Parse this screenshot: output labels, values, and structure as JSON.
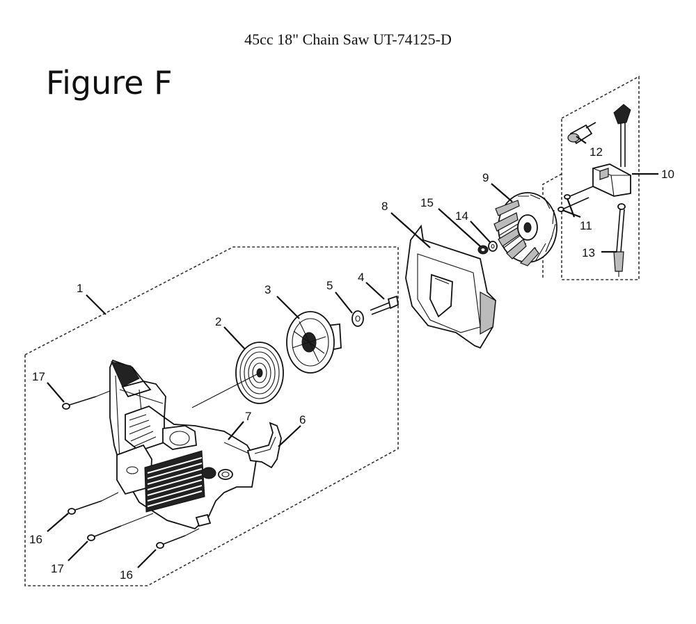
{
  "header": {
    "title": "45cc 18\" Chain Saw UT-74125-D"
  },
  "figure": {
    "label": "Figure F"
  },
  "callouts": {
    "c1": "1",
    "c2": "2",
    "c3": "3",
    "c4": "4",
    "c5": "5",
    "c6": "6",
    "c7": "7",
    "c8": "8",
    "c9": "9",
    "c10": "10",
    "c11": "11",
    "c12": "12",
    "c13": "13",
    "c14": "14",
    "c15": "15",
    "c16a": "16",
    "c16b": "16",
    "c17a": "17",
    "c17b": "17"
  }
}
